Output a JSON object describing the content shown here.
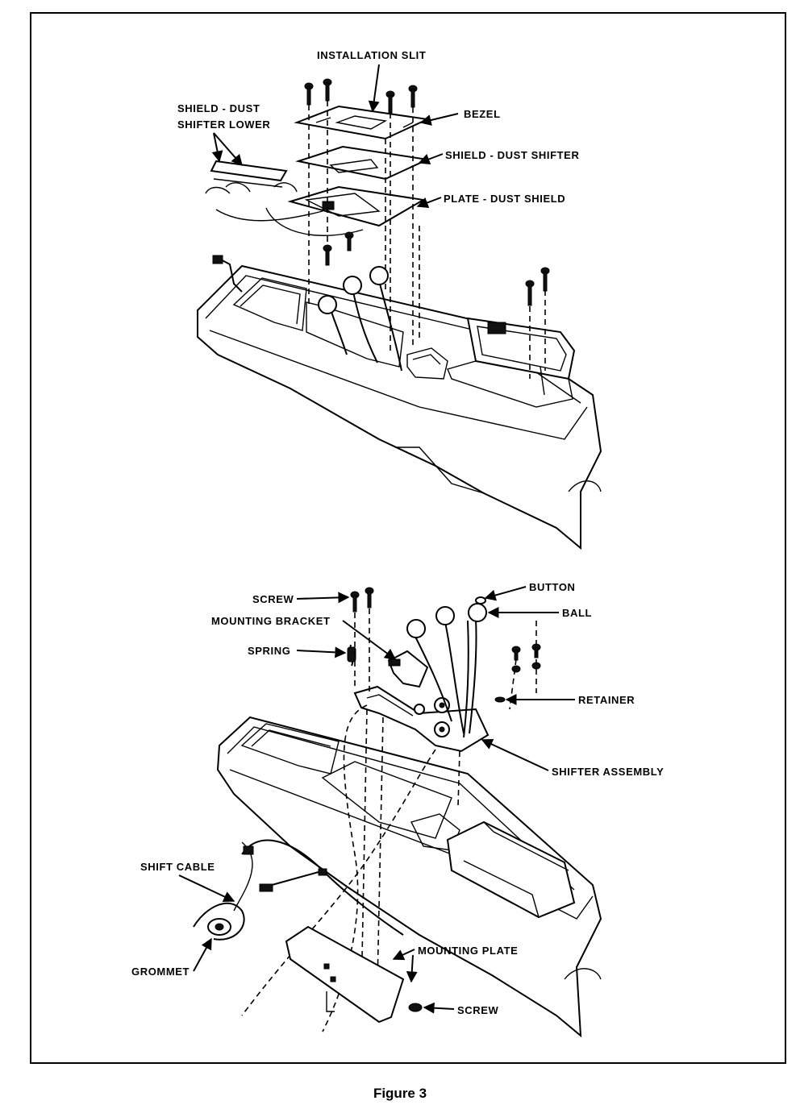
{
  "figure_caption": "Figure 3",
  "top_view": {
    "labels": {
      "installation_slit": "INSTALLATION SLIT",
      "shield_dust_shifter_lower_1": "SHIELD - DUST",
      "shield_dust_shifter_lower_2": "SHIFTER LOWER",
      "bezel": "BEZEL",
      "shield_dust_shifter": "SHIELD - DUST SHIFTER",
      "plate_dust_shield": "PLATE - DUST SHIELD"
    }
  },
  "bottom_view": {
    "labels": {
      "screw_top": "SCREW",
      "button": "BUTTON",
      "mounting_bracket": "MOUNTING BRACKET",
      "ball": "BALL",
      "spring": "SPRING",
      "retainer": "RETAINER",
      "shifter_assembly": "SHIFTER ASSEMBLY",
      "shift_cable": "SHIFT CABLE",
      "mounting_plate": "MOUNTING PLATE",
      "grommet": "GROMMET",
      "screw_bottom": "SCREW"
    }
  },
  "colors": {
    "ink": "#000000",
    "paper": "#ffffff"
  }
}
